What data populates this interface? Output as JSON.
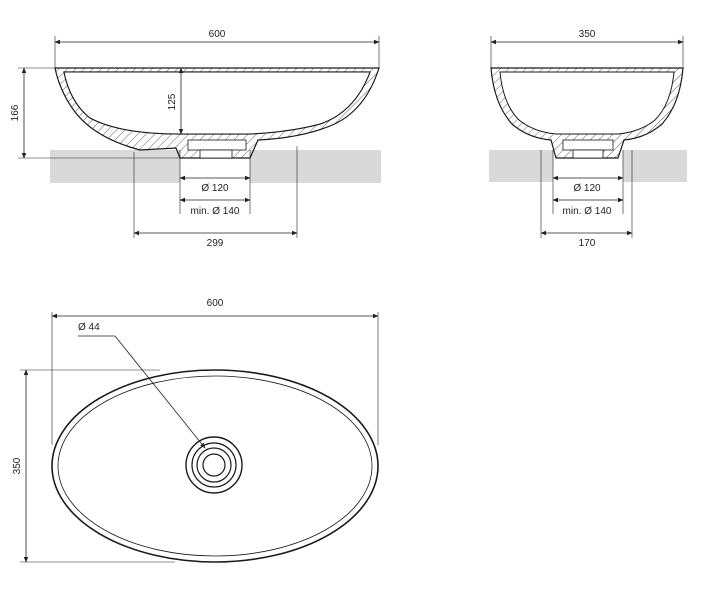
{
  "front_view": {
    "width": "600",
    "height": "166",
    "inner_depth": "125",
    "drain_dia": "Ø 120",
    "min_hole": "min. Ø 140",
    "foot_width": "299"
  },
  "side_view": {
    "width": "350",
    "drain_dia": "Ø 120",
    "min_hole": "min. Ø 140",
    "foot_width": "170"
  },
  "top_view": {
    "length": "600",
    "width": "350",
    "drain": "Ø 44"
  },
  "colors": {
    "line": "#1a1a1a",
    "countertop": "#d9d9da"
  }
}
